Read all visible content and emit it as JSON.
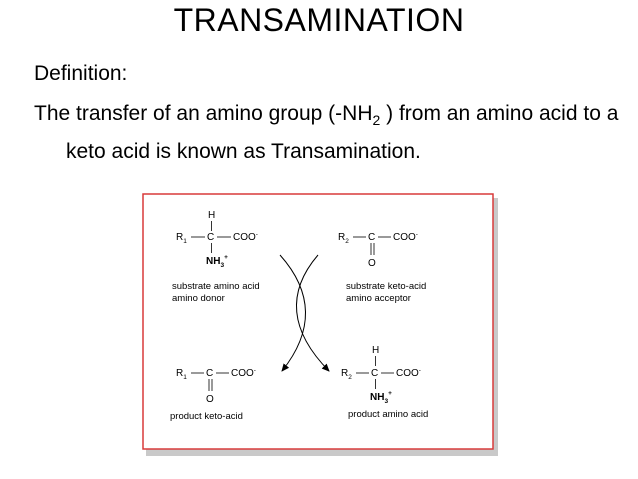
{
  "slide": {
    "title": "TRANSAMINATION",
    "definition_label": "Definition:",
    "definition_before": "The transfer of an amino group (-NH",
    "definition_sub": "2",
    "definition_after": " ) from an amino acid to a keto acid is known as Transamination."
  },
  "diagram": {
    "frame_color": "#d83a3a",
    "structures": {
      "h": "H",
      "r": "R",
      "r1_sub": "1",
      "r2_sub": "2",
      "c": "C",
      "coo": "COO",
      "minus": "-",
      "o": "O",
      "nh": "NH",
      "nh_sub": "3",
      "plus": "+"
    },
    "labels": {
      "substrate_amino_acid": "substrate amino acid",
      "amino_donor": "amino donor",
      "substrate_keto_acid": "substrate keto-acid",
      "amino_acceptor": "amino acceptor",
      "product_keto_acid": "product keto-acid",
      "product_amino_acid": "product amino acid"
    }
  }
}
